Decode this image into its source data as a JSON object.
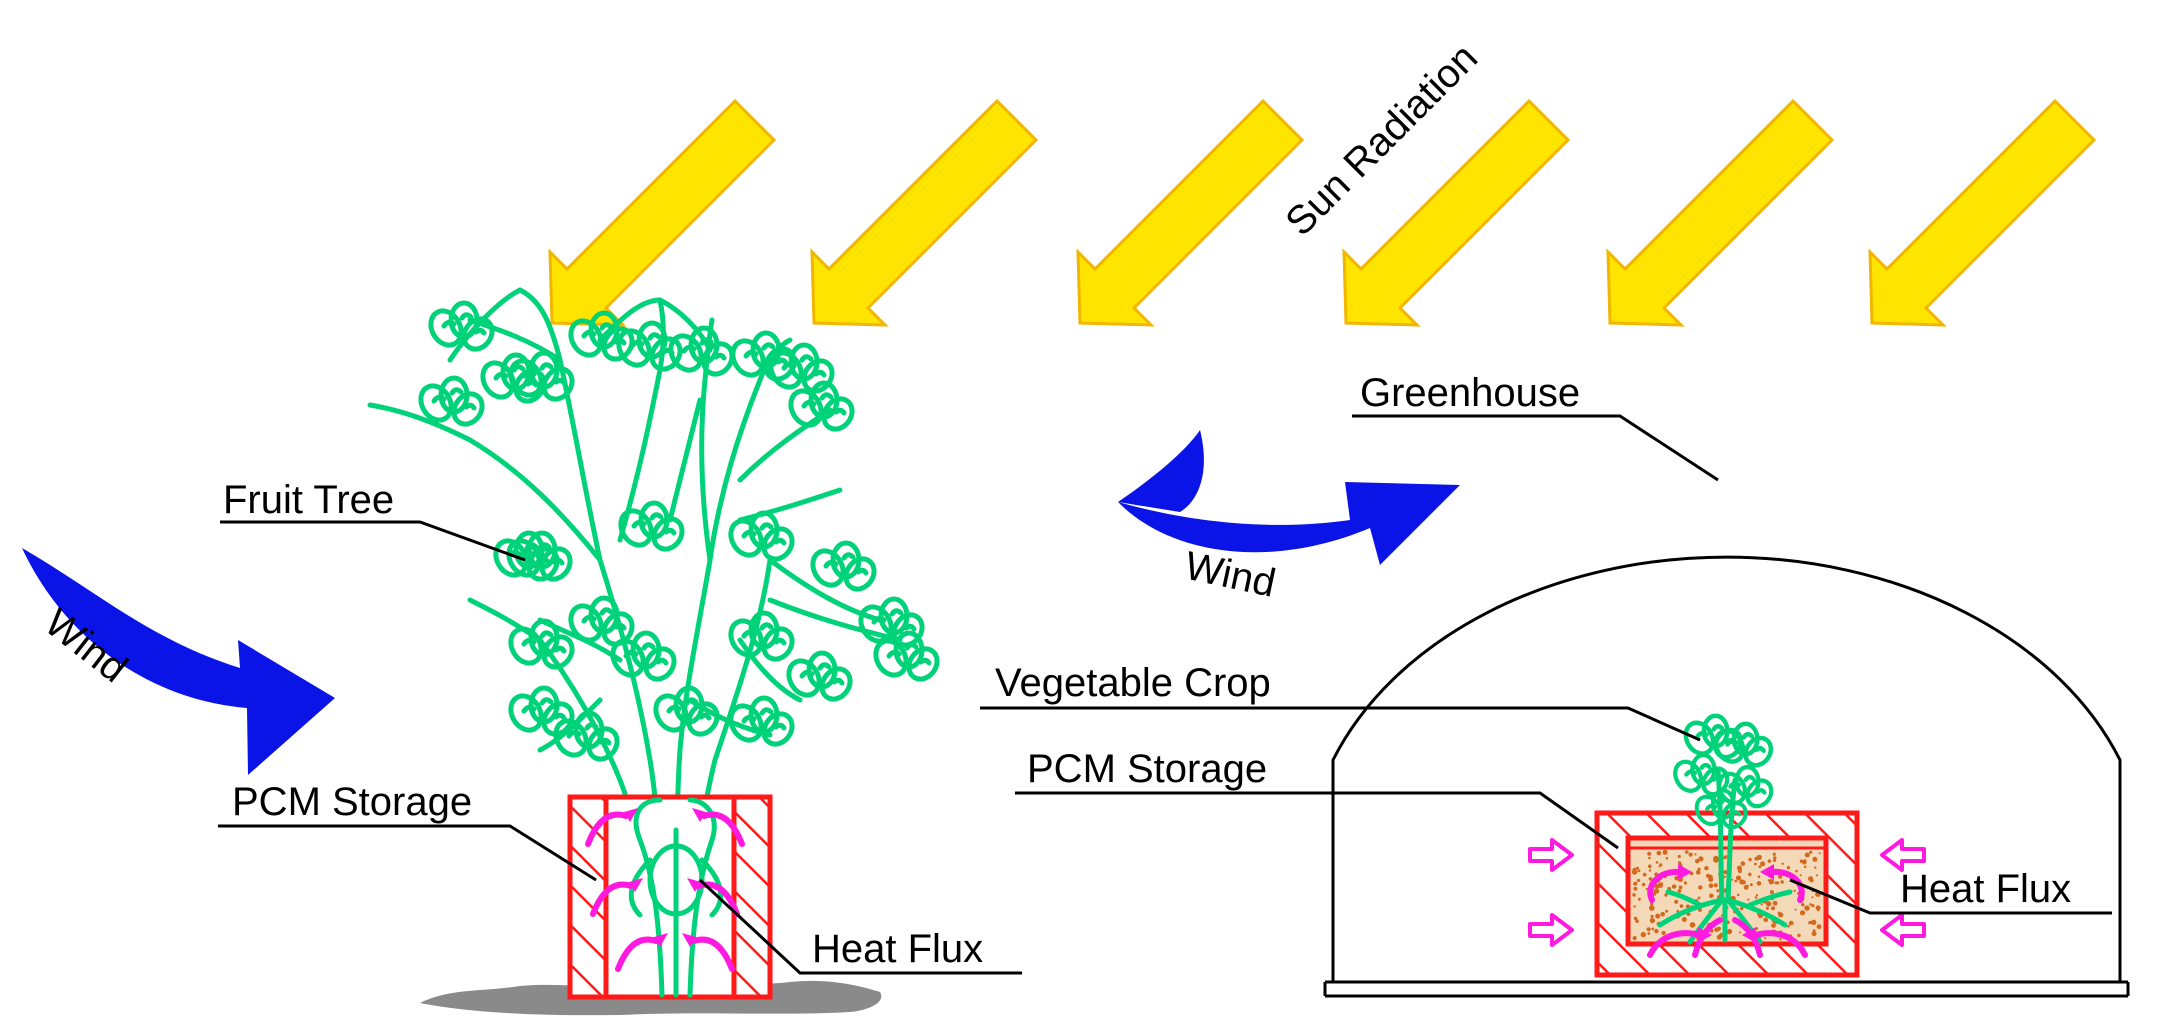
{
  "labels": {
    "sun_radiation": "Sun Radiation",
    "wind_left": "Wind",
    "wind_right": "Wind",
    "fruit_tree": "Fruit Tree",
    "pcm_storage_left": "PCM Storage",
    "heat_flux_left": "Heat Flux",
    "greenhouse": "Greenhouse",
    "vegetable_crop": "Vegetable Crop",
    "pcm_storage_right": "PCM Storage",
    "heat_flux_right": "Heat Flux"
  },
  "colors": {
    "sun_arrow": "#FFE400",
    "sun_arrow_edge": "#F2B600",
    "wind": "#0A14E6",
    "plant": "#00D27A",
    "pcm_box": "#FF1A1A",
    "heat_flux": "#FF1AE0",
    "soil": "#F4D9B8",
    "soil_dots": "#D2691E",
    "ground": "#8A8A8A",
    "outline": "#000000"
  },
  "icons": {
    "sun": "yellow-diagonal-arrow-icon",
    "wind": "blue-curved-arrow-icon",
    "heat_flux": "magenta-arrow-icon"
  }
}
